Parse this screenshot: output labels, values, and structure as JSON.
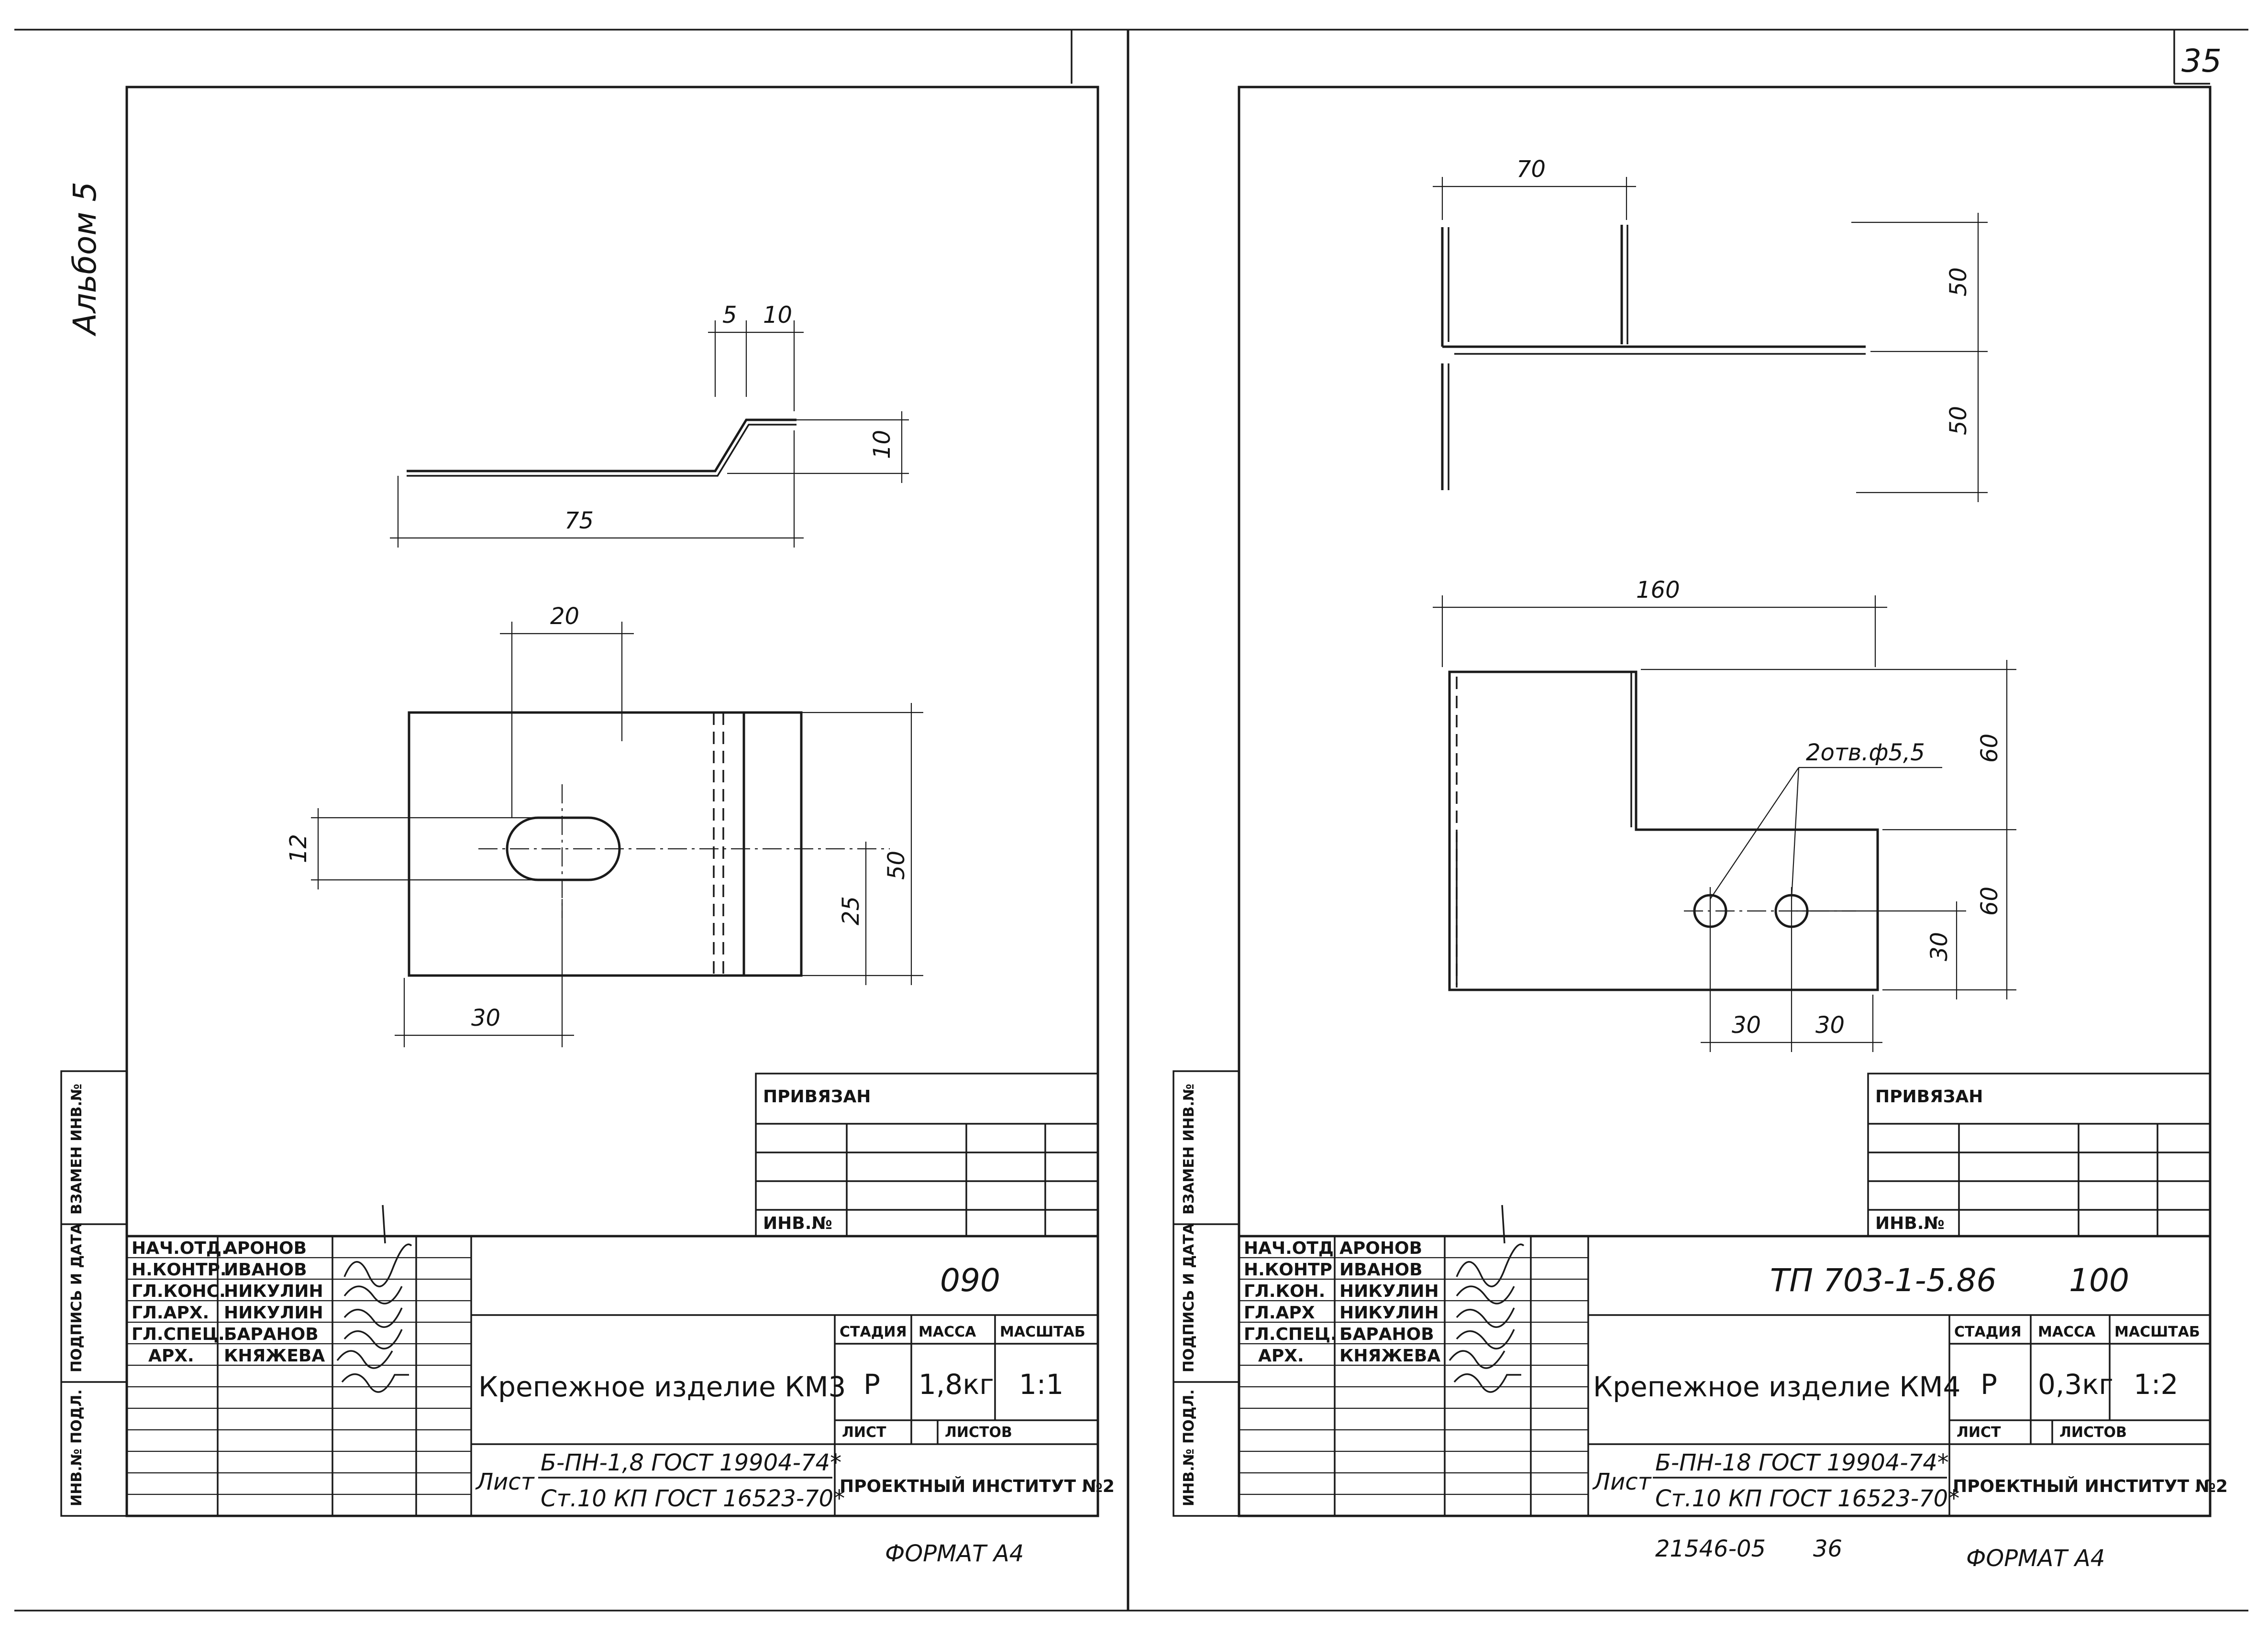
{
  "album": "Альбом 5",
  "page_number": "35",
  "side_labels": [
    "ИНВ.№ ПОДЛ.",
    "ПОДПИСЬ И ДАТА",
    "ВЗАМЕН ИНВ.№"
  ],
  "bottom_note": {
    "number": "21546-05",
    "page": "36"
  },
  "left_sheet": {
    "format": "ФОРМАТ А4",
    "binding_label": "ПРИВЯЗАН",
    "inv_label": "ИНВ.№",
    "doc_number": "090",
    "title": "Крепежное изделие КМ3",
    "stadia_label": "СТАДИЯ",
    "mass_label": "МАССА",
    "scale_label": "МАСШТАБ",
    "stadia": "Р",
    "mass": "1,8кг",
    "scale": "1:1",
    "list_label": "ЛИСТ",
    "listov_label": "ЛИСТОВ",
    "material_prefix": "Лист",
    "material_top": "Б-ПН-1,8 ГОСТ 19904-74*",
    "material_bottom": "Ст.10 КП ГОСТ 16523-70*",
    "organization": "ПРОЕКТНЫЙ ИНСТИТУТ №2",
    "signatures": [
      {
        "role": "НАЧ.ОТД.",
        "name": "АРОНОВ"
      },
      {
        "role": "Н.КОНТР.",
        "name": "ИВАНОВ"
      },
      {
        "role": "ГЛ.КОНС.",
        "name": "НИКУЛИН"
      },
      {
        "role": "ГЛ.АРХ.",
        "name": "НИКУЛИН"
      },
      {
        "role": "ГЛ.СПЕЦ.",
        "name": "БАРАНОВ"
      },
      {
        "role": "АРХ.",
        "name": "КНЯЖЕВА"
      }
    ],
    "dims": {
      "d5": "5",
      "d10a": "10",
      "d10b": "10",
      "d75": "75",
      "d20": "20",
      "d12": "12",
      "d50": "50",
      "d25": "25",
      "d30": "30"
    }
  },
  "right_sheet": {
    "format": "ФОРМАТ А4",
    "binding_label": "ПРИВЯЗАН",
    "inv_label": "ИНВ.№",
    "project_code": "ТП 703-1-5.86",
    "doc_number": "100",
    "title": "Крепежное изделие КМ4",
    "stadia_label": "СТАДИЯ",
    "mass_label": "МАССА",
    "scale_label": "МАСШТАБ",
    "stadia": "Р",
    "mass": "0,3кг",
    "scale": "1:2",
    "list_label": "ЛИСТ",
    "listov_label": "ЛИСТОВ",
    "material_prefix": "Лист",
    "material_top": "Б-ПН-18 ГОСТ 19904-74*",
    "material_bottom": "Ст.10 КП ГОСТ 16523-70*",
    "organization": "ПРОЕКТНЫЙ ИНСТИТУТ №2",
    "signatures": [
      {
        "role": "НАЧ.ОТД",
        "name": "АРОНОВ"
      },
      {
        "role": "Н.КОНТР",
        "name": "ИВАНОВ"
      },
      {
        "role": "ГЛ.КОН.",
        "name": "НИКУЛИН"
      },
      {
        "role": "ГЛ.АРХ",
        "name": "НИКУЛИН"
      },
      {
        "role": "ГЛ.СПЕЦ.",
        "name": "БАРАНОВ"
      },
      {
        "role": "АРХ.",
        "name": "КНЯЖЕВА"
      }
    ],
    "hole_note": "2отв.ф5,5",
    "dims": {
      "d70": "70",
      "d50a": "50",
      "d50b": "50",
      "d160": "160",
      "d60a": "60",
      "d60b": "60",
      "d30v": "30",
      "d30a": "30",
      "d30b": "30"
    }
  }
}
